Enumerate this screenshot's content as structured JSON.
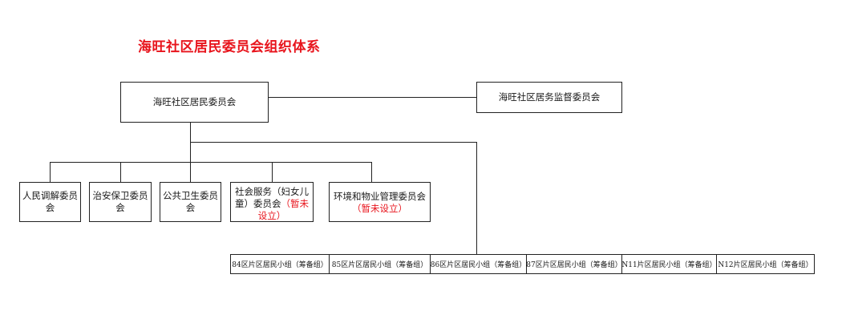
{
  "title": "海旺社区居民委员会组织体系",
  "main_committee": "海旺社区居民委员会",
  "supervisory_committee": "海旺社区居务监督委员会",
  "sub_committees": [
    {
      "label": "人民调解委员会"
    },
    {
      "label": "治安保卫委员会"
    },
    {
      "label": "公共卫生委员会"
    },
    {
      "label": "社会服务（妇女儿童）委员会",
      "note": "（暂未设立）"
    },
    {
      "label": "环境和物业管理委员会",
      "note": "（暂未设立）"
    }
  ],
  "resident_groups": [
    "84区片区居民小组（筹备组）",
    "85区片区居民小组（筹备组）",
    "86区片区居民小组（筹备组）",
    "87区片区居民小组（筹备组）",
    "N11片区居民小组（筹备组）",
    "N12片区居民小组（筹备组）"
  ],
  "colors": {
    "title": "#e8141c",
    "note": "#e8141c",
    "line": "#222222"
  }
}
